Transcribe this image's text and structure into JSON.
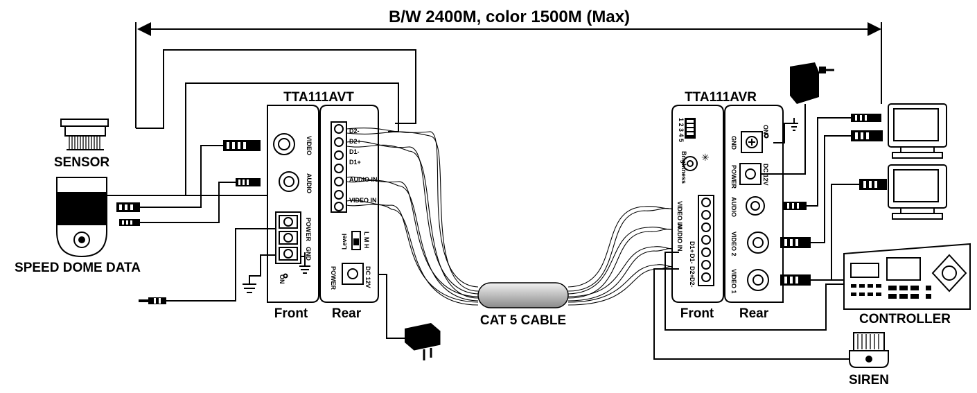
{
  "title": "B/W 2400M, color 1500M (Max)",
  "devices": {
    "sensor": "SENSOR",
    "speed_dome": "SPEED DOME DATA",
    "controller": "CONTROLLER",
    "siren": "SIREN",
    "cable": "CAT 5  CABLE"
  },
  "transmitter": {
    "name": "TTA111AVT",
    "front": "Front",
    "rear": "Rear",
    "ports": {
      "video": "VIDEO",
      "audio": "AUDIO",
      "power": "POWER",
      "gnd": "GND",
      "power_rear": "POWER",
      "dc": "DC 12V",
      "on": "ON"
    },
    "terminal_labels": [
      "D2-",
      "D2+",
      "D1-",
      "D1+",
      "AUDIO IN",
      "VIDEO IN"
    ],
    "level": {
      "label": "Level",
      "marks": "L M H"
    }
  },
  "receiver": {
    "name": "TTA111AVR",
    "front": "Front",
    "rear": "Rear",
    "dip": "1 2 3 4 5",
    "brightness": "Brightness",
    "ports": {
      "gnd": "GND",
      "power": "POWER",
      "audio": "AUDIO",
      "video2": "VIDEO 2",
      "video1": "VIDEO 1",
      "dc": "DC 12V",
      "on": "ON"
    },
    "terminal_labels": [
      "VIDEO IN",
      "AUDIO IN",
      "D1+",
      "D1-",
      "D2+",
      "D2-"
    ]
  }
}
